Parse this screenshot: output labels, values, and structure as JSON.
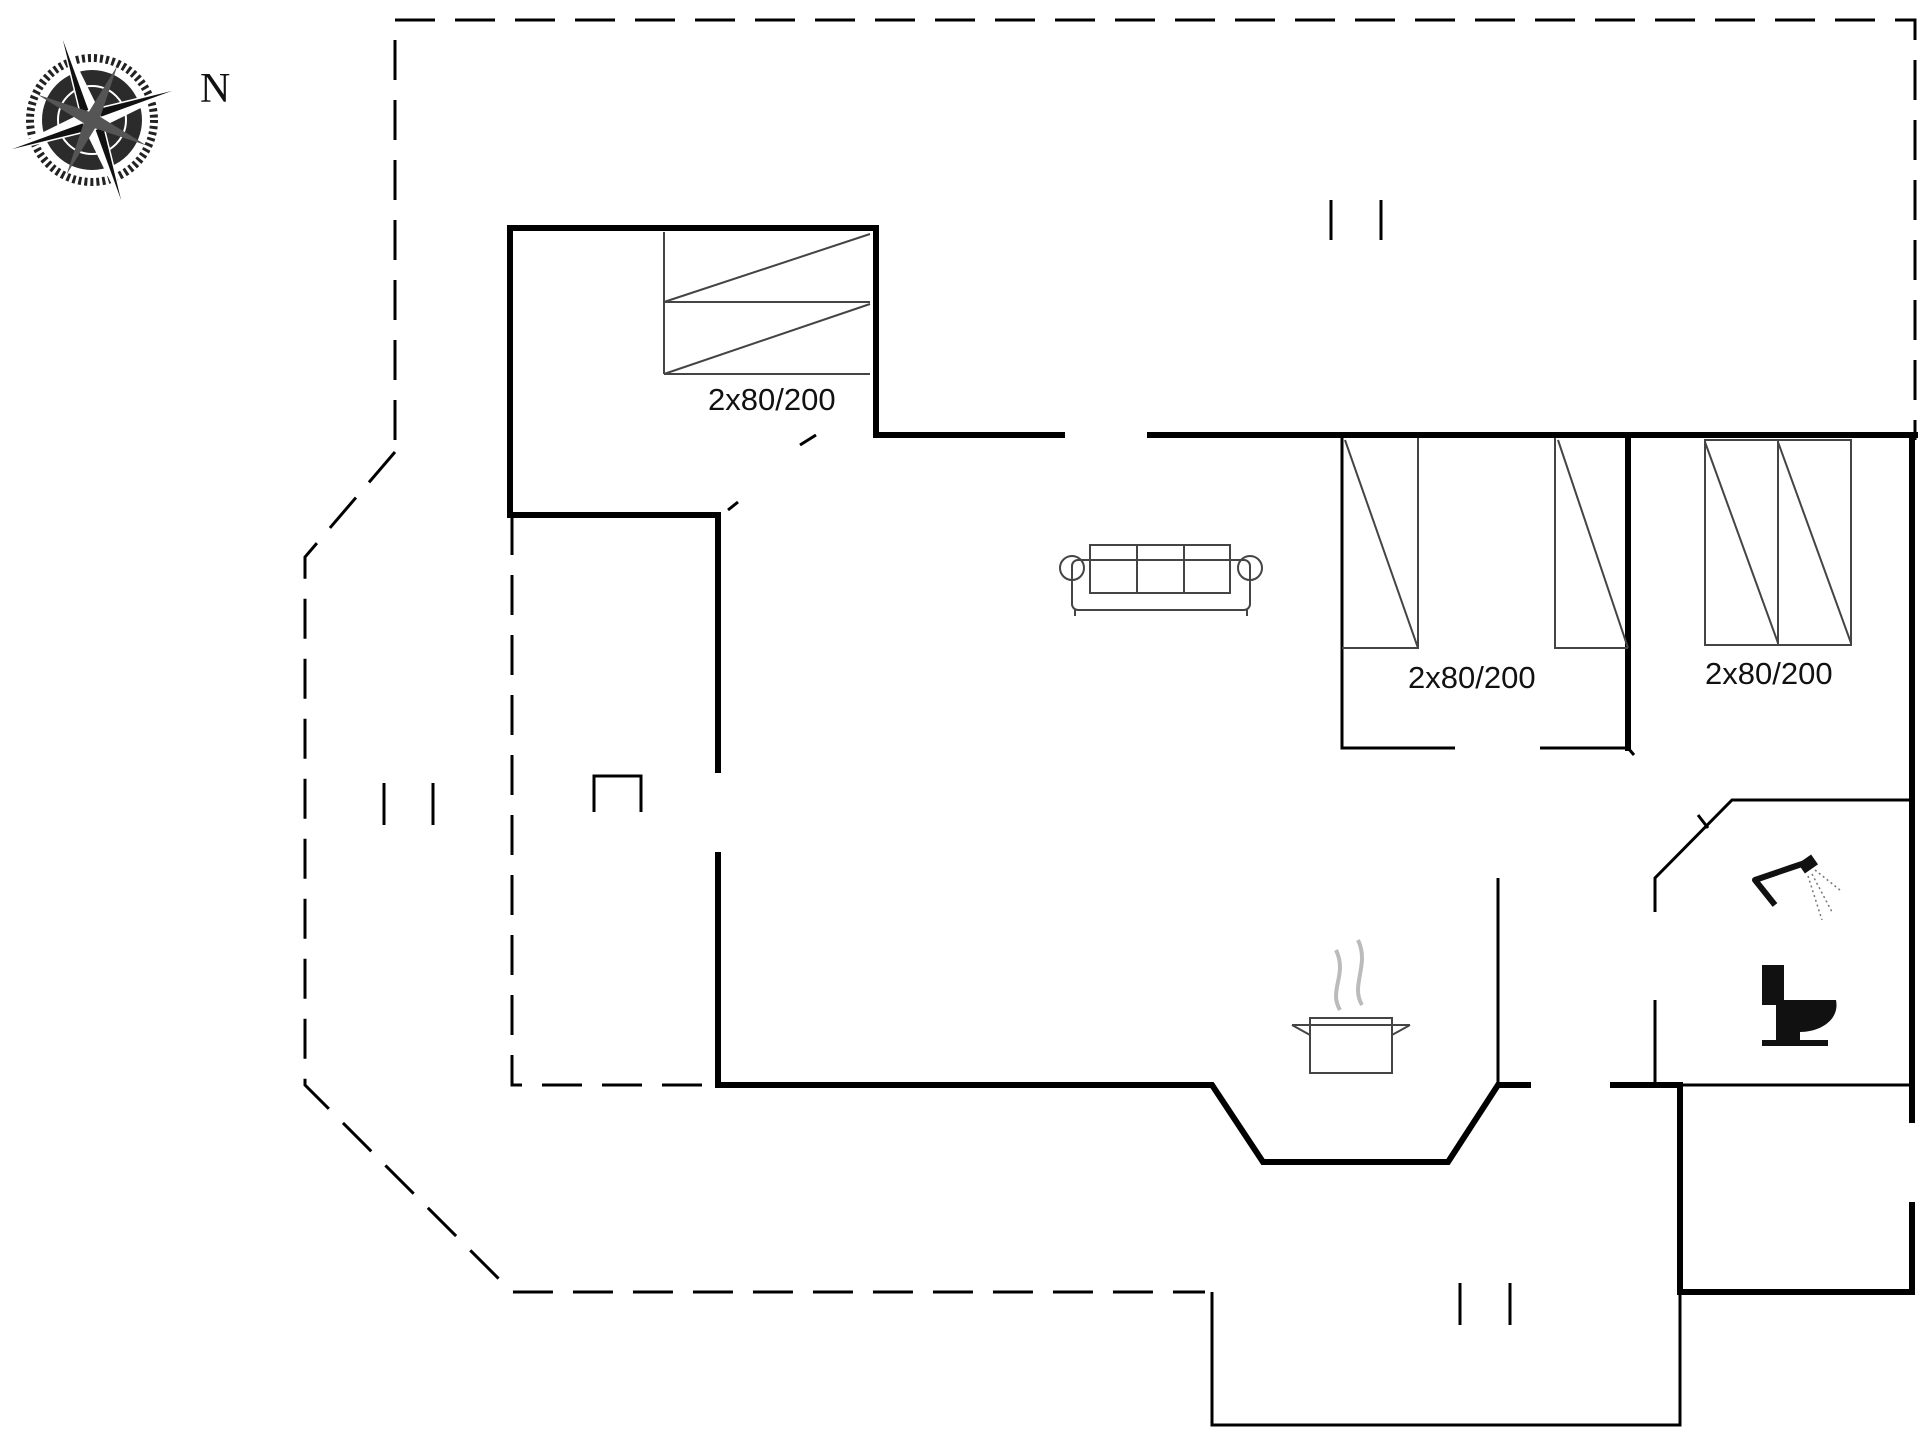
{
  "compass": {
    "north_label": "N",
    "icon": "compass-rose-icon"
  },
  "bed_labels": [
    {
      "id": "bed-top-left",
      "text": "2x80/200"
    },
    {
      "id": "bed-middle",
      "text": "2x80/200"
    },
    {
      "id": "bed-right",
      "text": "2x80/200"
    }
  ],
  "icons": [
    "sofa-icon",
    "cooking-pot-icon",
    "shower-icon",
    "toilet-icon"
  ],
  "colors": {
    "line": "#000000",
    "background": "#ffffff",
    "furniture": "#444444"
  }
}
